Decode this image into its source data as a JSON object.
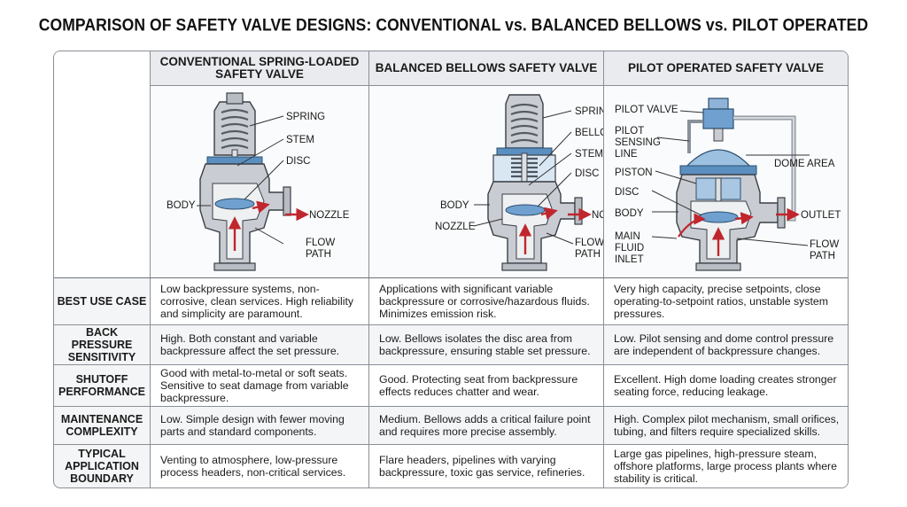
{
  "title": "COMPARISON OF SAFETY VALVE DESIGNS: CONVENTIONAL vs. BALANCED BELLOWS vs. PILOT OPERATED",
  "columns": [
    {
      "header": "CONVENTIONAL SPRING-LOADED SAFETY VALVE",
      "labels": {
        "spring": "SPRING",
        "stem": "STEM",
        "disc": "DISC",
        "body": "BODY",
        "nozzle": "NOZZLE",
        "flow": "FLOW",
        "path": "PATH"
      }
    },
    {
      "header": "BALANCED BELLOWS SAFETY VALVE",
      "labels": {
        "spring": "SPRING",
        "bellows": "BELLOWS",
        "stem": "STEM",
        "disc": "DISC",
        "body": "BODY",
        "nozzle_left": "NOZZLE",
        "nozzle": "NOZZLE",
        "flow": "FLOW",
        "path": "PATH"
      }
    },
    {
      "header": "PILOT OPERATED SAFETY VALVE",
      "labels": {
        "pilot_valve": "PILOT VALVE",
        "pilot": "PILOT",
        "sensing": "SENSING",
        "line": "LINE",
        "piston": "PISTON",
        "disc": "DISC",
        "body": "BODY",
        "main": "MAIN",
        "fluid": "FLUID",
        "inlet": "INLET",
        "dome_area": "DOME AREA",
        "outlet": "OUTLET",
        "flow": "FLOW",
        "path": "PATH"
      }
    }
  ],
  "rows": [
    {
      "label": "BEST USE CASE",
      "cells": [
        "Low backpressure systems, non-corrosive, clean services. High reliability and simplicity are paramount.",
        "Applications with significant variable backpressure or corrosive/hazardous fluids. Minimizes emission risk.",
        "Very high capacity, precise setpoints, close operating-to-setpoint ratios, unstable system pressures."
      ]
    },
    {
      "label": "BACK PRESSURE SENSITIVITY",
      "cells": [
        "High. Both constant and variable backpressure affect the set pressure.",
        "Low. Bellows isolates the disc area from backpressure, ensuring stable set pressure.",
        "Low. Pilot sensing and dome control pressure are independent of backpressure changes."
      ]
    },
    {
      "label": "SHUTOFF PERFORMANCE",
      "cells": [
        "Good with metal-to-metal or soft seats. Sensitive to seat damage from variable backpressure.",
        "Good. Protecting seat from backpressure effects reduces chatter and wear.",
        "Excellent. High dome loading creates stronger seating force, reducing leakage."
      ]
    },
    {
      "label": "MAINTENANCE COMPLEXITY",
      "cells": [
        "Low. Simple design with fewer moving parts and standard components.",
        "Medium. Bellows adds a critical failure point and requires more precise assembly.",
        "High. Complex pilot mechanism, small orifices, tubing, and filters require specialized skills."
      ]
    },
    {
      "label": "TYPICAL APPLICATION BOUNDARY",
      "cells": [
        "Venting to atmosphere, low-pressure process headers, non-critical services.",
        "Flare headers, pipelines with varying backpressure, toxic gas service, refineries.",
        "Large gas pipelines, high-pressure steam, offshore platforms, large process plants where stability is critical."
      ]
    }
  ]
}
